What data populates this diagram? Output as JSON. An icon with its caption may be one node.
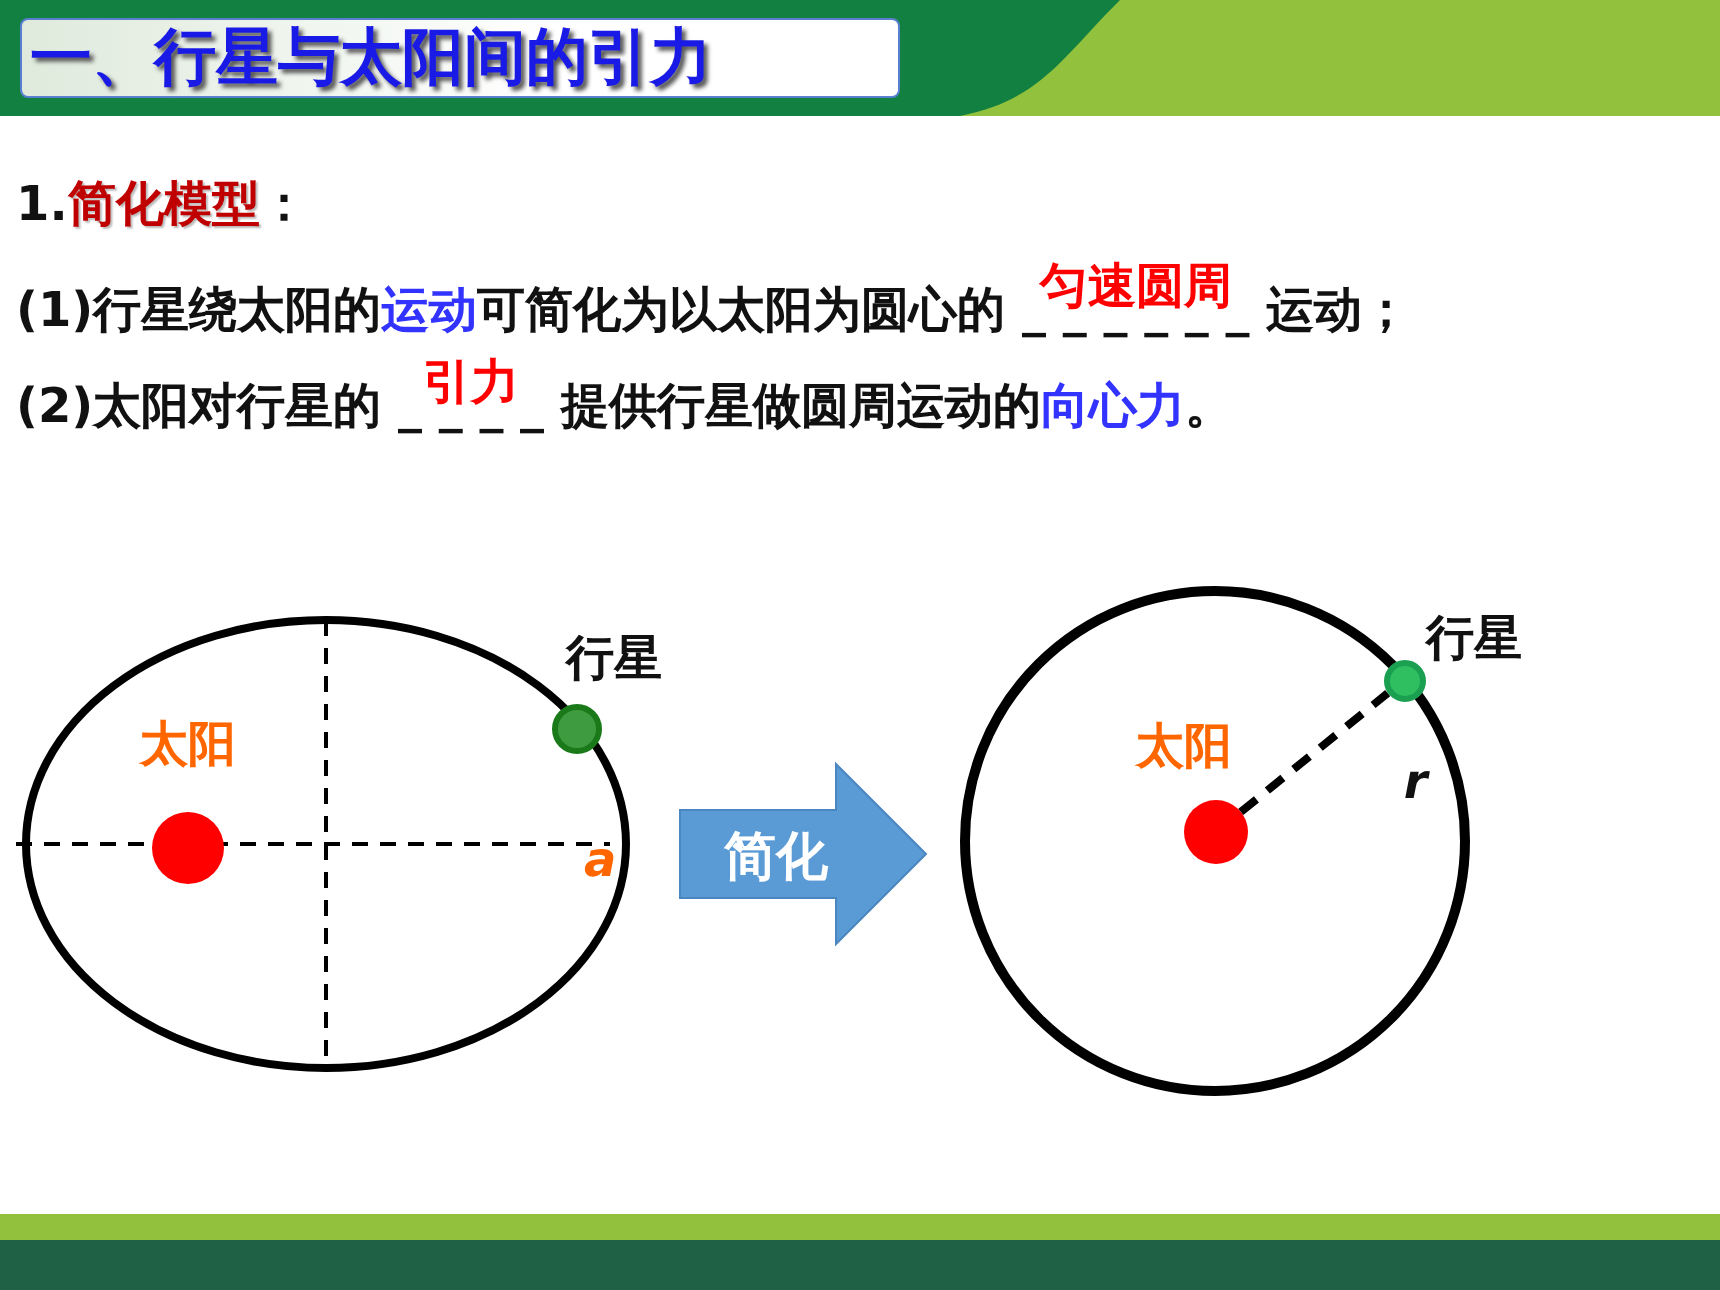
{
  "diagram": {
    "title": "一、行星与太阳间的引力",
    "nodes": [
      {
        "text": [],
        "shape": "ellipse"
      },
      {
        "text": [],
        "shape": "circle",
        "in": 0,
        "beside": [
          "太阳"
        ]
      },
      {
        "text": [],
        "shape": "circle",
        "in": 0,
        "beside": [
          "行星"
        ]
      },
      {
        "text": [
          "简化"
        ]
      },
      {
        "text": [],
        "shape": "circle"
      },
      {
        "text": [],
        "shape": "circle",
        "in": 4,
        "beside": [
          "太阳"
        ]
      },
      {
        "text": [],
        "shape": "circle",
        "in": 4,
        "beside": [
          "行星"
        ]
      }
    ],
    "edges": [
      {
        "from": 5,
        "to": 6,
        "arrow": "none",
        "style": "dashed",
        "label": "r"
      }
    ],
    "labels": [
      "1.**简化模型**：",
      "(1)行星绕太阳的**运动**可简化为以太阳为圆心的 _ _ _ _ _  _ 运动；",
      "匀速圆周",
      "(2)太阳对行星的 _ _ _  _ 提供行星做圆周运动的**向心力**。",
      "引力",
      "a"
    ]
  }
}
